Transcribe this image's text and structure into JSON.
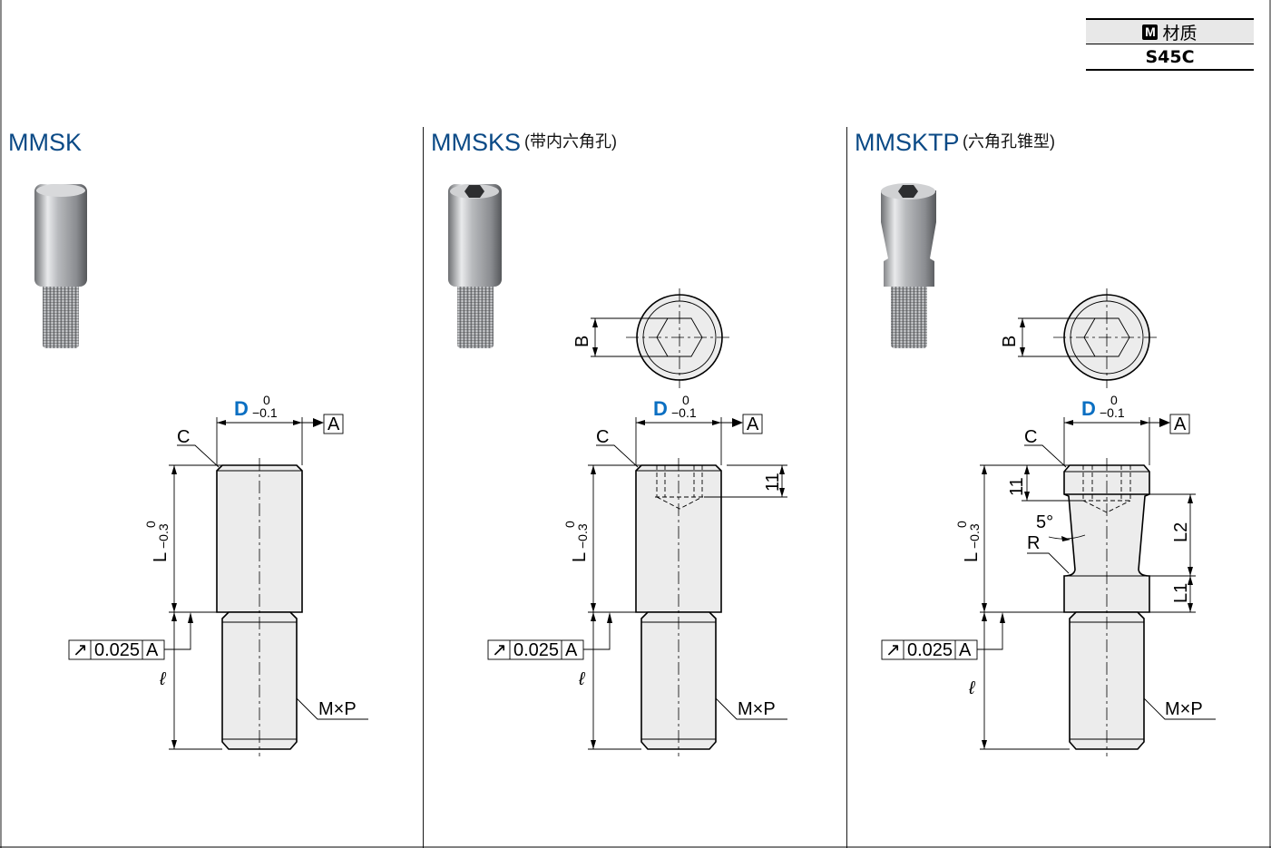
{
  "material": {
    "badge": "M",
    "label": "材质",
    "value": "S45C"
  },
  "parts": [
    {
      "name": "MMSK",
      "suffix": ""
    },
    {
      "name": "MMSKS",
      "suffix": "(带内六角孔)"
    },
    {
      "name": "MMSKTP",
      "suffix": "(六角孔锥型)"
    }
  ],
  "dims": {
    "D": "D",
    "D_upper": "0",
    "D_lower": "−0.1",
    "datum": "A",
    "C": "C",
    "L": "L",
    "L_upper": "0",
    "L_lower": "−0.3",
    "ell": "ℓ",
    "runout_symbol": "↗",
    "runout": "0.025",
    "runout_datum": "A",
    "thread": "M×P",
    "B": "B",
    "depth": "11",
    "angle": "5°",
    "R": "R",
    "L1": "L1",
    "L2": "L2"
  },
  "colors": {
    "title": "#0b4a86",
    "dimension_accent": "#0a6fc2"
  }
}
